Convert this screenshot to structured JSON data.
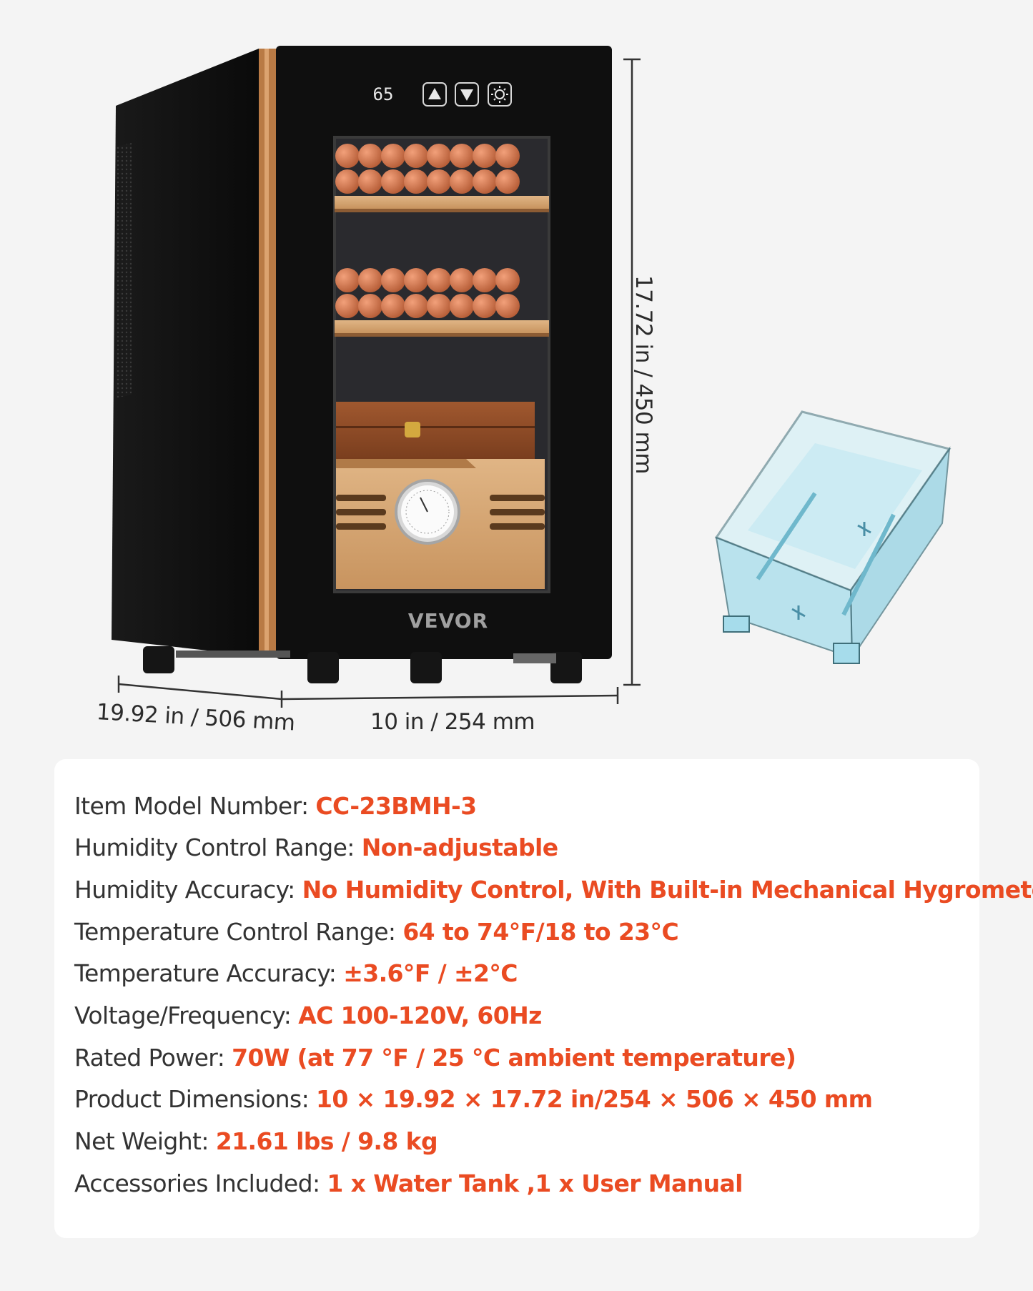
{
  "brand": {
    "logo_text": "VEVOR",
    "display_readout": "65"
  },
  "dimensions": {
    "depth": "19.92 in / 506 mm",
    "width": "10 in / 254 mm",
    "height": "17.72 in / 450 mm"
  },
  "specs": [
    {
      "label": "Item Model Number:",
      "value": "CC-23BMH-3"
    },
    {
      "label": "Humidity Control Range:",
      "value": "Non-adjustable"
    },
    {
      "label": "Humidity Accuracy:",
      "value": "No Humidity Control, With Built-in Mechanical Hygrometer"
    },
    {
      "label": "Temperature Control Range:",
      "value": "64 to 74°F/18 to 23°C"
    },
    {
      "label": "Temperature Accuracy:",
      "value": "±3.6°F / ±2°C"
    },
    {
      "label": "Voltage/Frequency:",
      "value": "AC 100-120V, 60Hz"
    },
    {
      "label": "Rated Power:",
      "value": "70W (at 77 °F / 25 °C ambient temperature)"
    },
    {
      "label": "Product Dimensions:",
      "value": "10 × 19.92 × 17.72 in/254 × 506 × 450 mm"
    },
    {
      "label": "Net Weight:",
      "value": "21.61 lbs / 9.8 kg"
    },
    {
      "label": "Accessories Included:",
      "value": "1 x Water Tank ,1 x User Manual"
    }
  ],
  "colors": {
    "accent": "#ea4b22",
    "cabinet": "#111111",
    "trim": "#c98a52",
    "wood": "#d6a877",
    "tank": "#a9dde8"
  },
  "icons": [
    "up-arrow-icon",
    "down-arrow-icon",
    "light-icon"
  ]
}
